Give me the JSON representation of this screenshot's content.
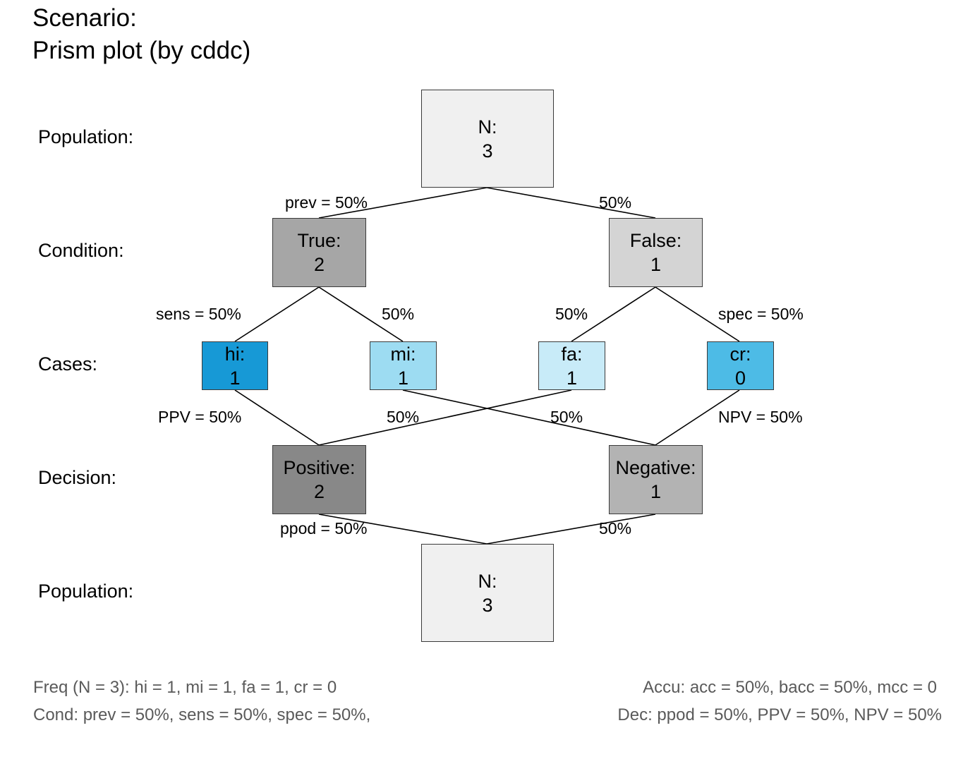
{
  "title": {
    "line1": "Scenario:",
    "line2": "Prism plot (by cddc)"
  },
  "row_labels": {
    "population_top": "Population:",
    "condition": "Condition:",
    "cases": "Cases:",
    "decision": "Decision:",
    "population_bottom": "Population:"
  },
  "nodes": {
    "n_top": {
      "label": "N:",
      "value": "3",
      "color": "#f0f0f0"
    },
    "cond_true": {
      "label": "True:",
      "value": "2",
      "color": "#a6a6a6"
    },
    "cond_false": {
      "label": "False:",
      "value": "1",
      "color": "#d4d4d4"
    },
    "hi": {
      "label": "hi:",
      "value": "1",
      "color": "#1799d6"
    },
    "mi": {
      "label": "mi:",
      "value": "1",
      "color": "#9ddcf2"
    },
    "fa": {
      "label": "fa:",
      "value": "1",
      "color": "#c8ebf8"
    },
    "cr": {
      "label": "cr:",
      "value": "0",
      "color": "#4dbbe6"
    },
    "dec_pos": {
      "label": "Positive:",
      "value": "2",
      "color": "#888888"
    },
    "dec_neg": {
      "label": "Negative:",
      "value": "1",
      "color": "#b3b3b3"
    },
    "n_bottom": {
      "label": "N:",
      "value": "3",
      "color": "#f0f0f0"
    }
  },
  "edge_labels": {
    "prev": "prev = 50%",
    "cond_false_share": "50%",
    "sens": "sens = 50%",
    "mi_share": "50%",
    "fa_share": "50%",
    "spec": "spec = 50%",
    "ppv": "PPV = 50%",
    "fa_to_pos": "50%",
    "mi_to_neg": "50%",
    "npv": "NPV = 50%",
    "ppod": "ppod = 50%",
    "dec_neg_share": "50%"
  },
  "footer": {
    "freq": "Freq (N = 3):  hi = 1, mi = 1, fa = 1, cr = 0",
    "cond": "Cond:  prev = 50%, sens = 50%, spec = 50%,",
    "accu": "Accu:  acc = 50%, bacc = 50%, mcc = 0",
    "dec": "Dec:  ppod = 50%, PPV = 50%, NPV = 50%"
  },
  "colors": {
    "edge": "#000000",
    "footer_text": "#5a5a5a"
  }
}
